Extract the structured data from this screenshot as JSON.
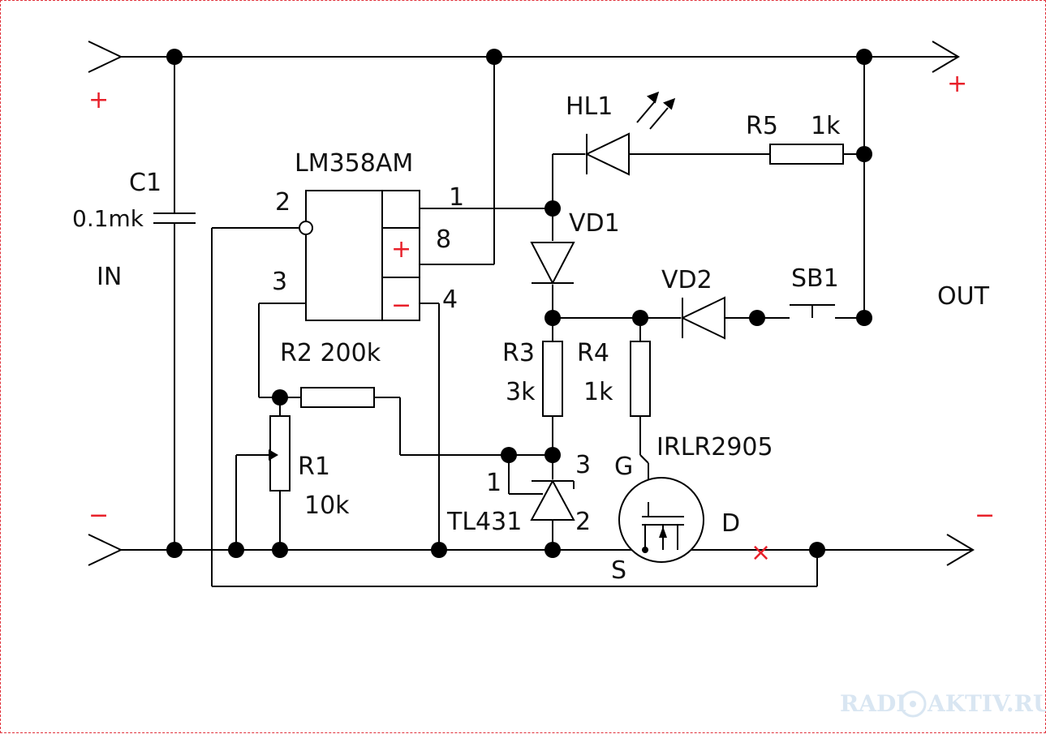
{
  "colors": {
    "accent": "#e8202a",
    "wire": "#000000",
    "watermark": "#d9e6f2"
  },
  "labels": {
    "in_plus": "+",
    "in_minus": "−",
    "out_plus": "+",
    "out_minus": "−",
    "in": "IN",
    "out": "OUT",
    "c1_name": "C1",
    "c1_value": "0.1mk",
    "ic_name": "LM358AM",
    "ic_pin2": "2",
    "ic_pin3": "3",
    "ic_pin1": "1",
    "ic_pin8": "8",
    "ic_pin4": "4",
    "ic_plus": "+",
    "ic_minus": "−",
    "r2": "R2 200k",
    "r1_name": "R1",
    "r1_value": "10k",
    "hl1": "HL1",
    "r5_name": "R5",
    "r5_value": "1k",
    "vd1": "VD1",
    "vd2": "VD2",
    "sb1": "SB1",
    "r3_name": "R3",
    "r3_value": "3k",
    "r4_name": "R4",
    "r4_value": "1k",
    "q_name": "IRLR2905",
    "q_g": "G",
    "q_d": "D",
    "q_s": "S",
    "tl_name": "TL431",
    "tl_pin1": "1",
    "tl_pin2": "2",
    "tl_pin3": "3",
    "cut_mark": "×",
    "watermark": "RADI",
    "watermark2": "AKTIV.RU"
  }
}
